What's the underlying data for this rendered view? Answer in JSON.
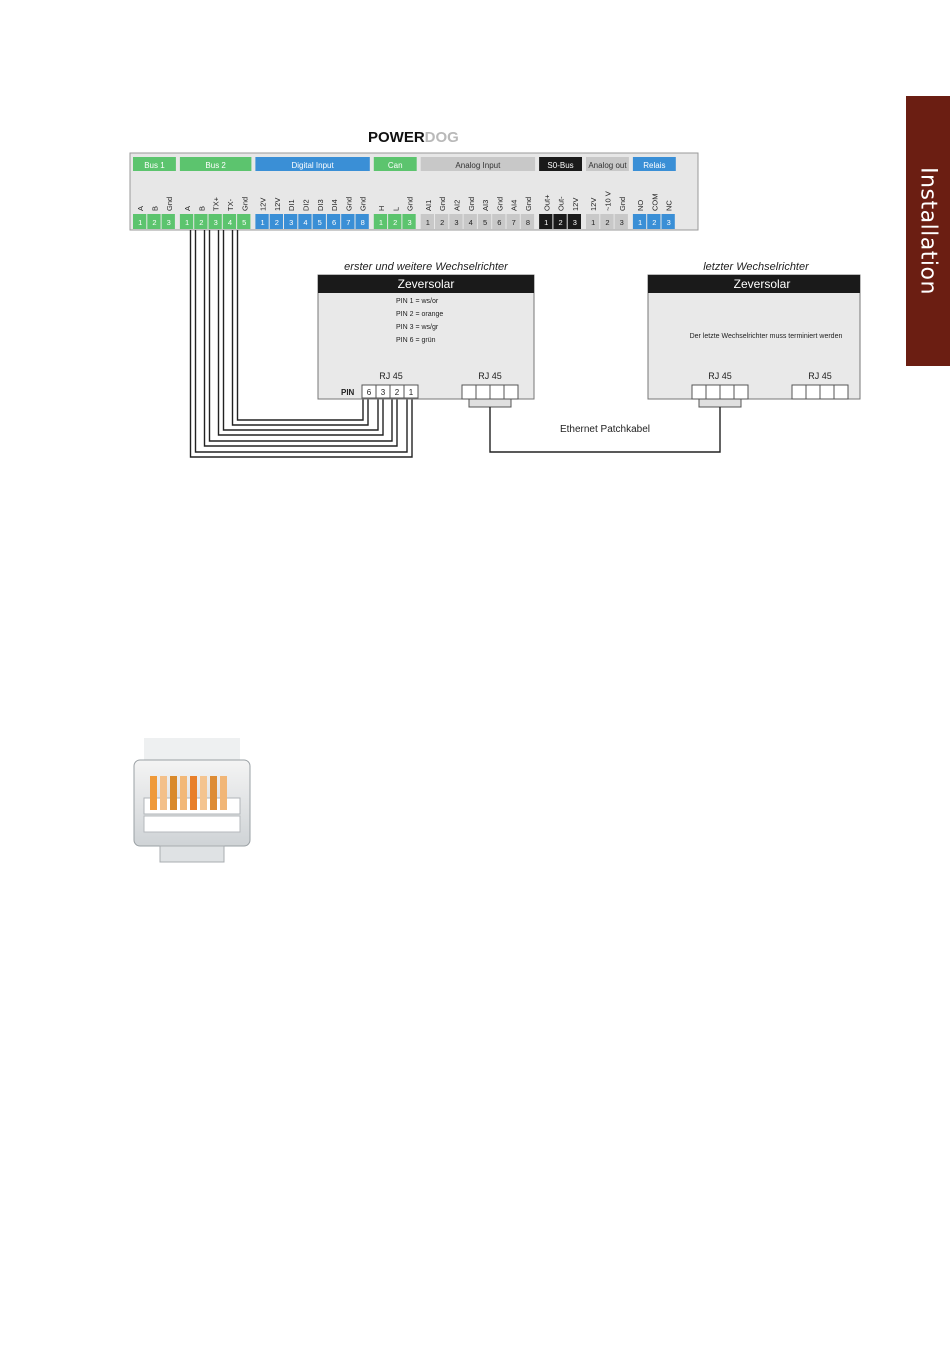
{
  "side_tab": {
    "label": "Installation"
  },
  "logo": {
    "part1": "POWER",
    "part2": "DOG"
  },
  "terminal_groups": [
    {
      "title": "Bus 1",
      "color": "#5cc46e",
      "labels": [
        "A",
        "B",
        "Gnd"
      ],
      "numbers": [
        "1",
        "2",
        "3"
      ]
    },
    {
      "title": "Bus 2",
      "color": "#5cc46e",
      "labels": [
        "A",
        "B",
        "TX+",
        "TX-",
        "Gnd"
      ],
      "numbers": [
        "1",
        "2",
        "3",
        "4",
        "5"
      ]
    },
    {
      "title": "Digital Input",
      "color": "#3a8fd6",
      "labels": [
        "12V",
        "12V",
        "DI1",
        "DI2",
        "DI3",
        "DI4",
        "Gnd",
        "Gnd"
      ],
      "numbers": [
        "1",
        "2",
        "3",
        "4",
        "5",
        "6",
        "7",
        "8"
      ]
    },
    {
      "title": "Can",
      "color": "#5cc46e",
      "labels": [
        "H",
        "L",
        "Gnd"
      ],
      "numbers": [
        "1",
        "2",
        "3"
      ]
    },
    {
      "title": "Analog Input",
      "color": "#c8c8c8",
      "labels": [
        "AI1",
        "Gnd",
        "AI2",
        "Gnd",
        "AI3",
        "Gnd",
        "AI4",
        "Gnd"
      ],
      "numbers": [
        "1",
        "2",
        "3",
        "4",
        "5",
        "6",
        "7",
        "8"
      ]
    },
    {
      "title": "S0-Bus",
      "color": "#1a1a1a",
      "labels": [
        "Out+",
        "Out-",
        "12V"
      ],
      "numbers": [
        "1",
        "2",
        "3"
      ]
    },
    {
      "title": "Analog out",
      "color": "#c8c8c8",
      "labels": [
        "12V",
        "~10 V",
        "Gnd"
      ],
      "numbers": [
        "1",
        "2",
        "3"
      ]
    },
    {
      "title": "Relais",
      "color": "#3a8fd6",
      "labels": [
        "NO",
        "COM",
        "NC"
      ],
      "numbers": [
        "1",
        "2",
        "3"
      ]
    }
  ],
  "inverter_first": {
    "caption": "erster und weitere Wechselrichter",
    "header": "Zeversolar",
    "pin_notes": [
      "PIN 1 = ws/or",
      "PIN 2 = orange",
      "PIN 3 = ws/gr",
      "PIN 6 = grün"
    ],
    "rj45_left": "RJ 45",
    "rj45_right": "RJ 45",
    "pin_label": "PIN",
    "pins": [
      "6",
      "3",
      "2",
      "1"
    ]
  },
  "inverter_last": {
    "caption": "letzter Wechselrichter",
    "header": "Zeversolar",
    "note": "Der letzte Wechselrichter muss terminiert werden",
    "rj45_left": "RJ 45",
    "rj45_right": "RJ 45"
  },
  "cable_label": "Ethernet Patchkabel"
}
